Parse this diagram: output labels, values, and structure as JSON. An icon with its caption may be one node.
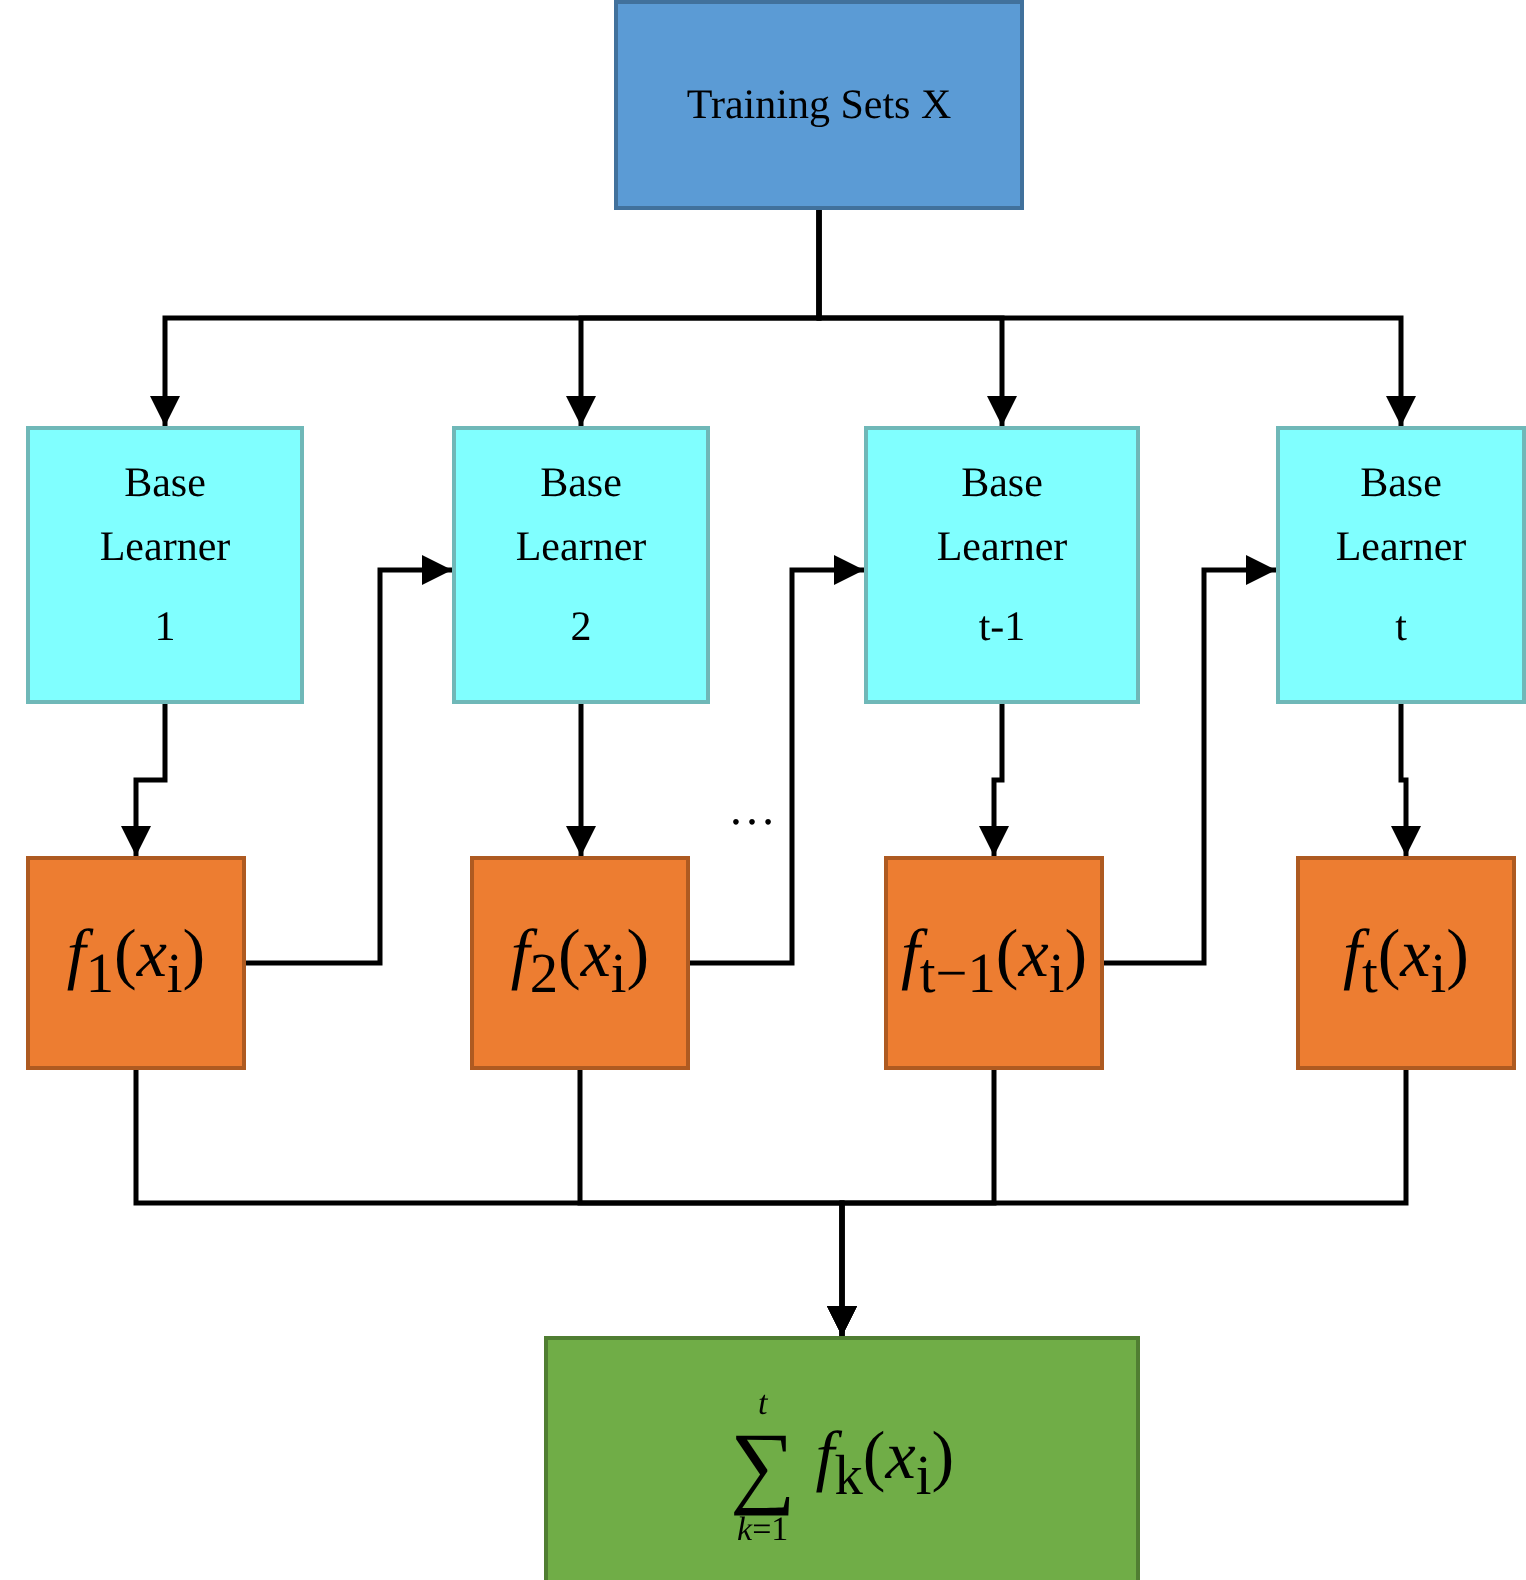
{
  "diagram": {
    "nodes": [
      {
        "text": [
          "Training Sets X"
        ]
      },
      {
        "text": [
          "Base Learner",
          "1"
        ]
      },
      {
        "text": [
          "Base Learner",
          "2"
        ]
      },
      {
        "text": [
          "Base Learner",
          "t-1"
        ]
      },
      {
        "text": [
          "Base Learner",
          "t"
        ]
      },
      {
        "text": [
          "*f*$_{1}$(*x*$_{i}$)"
        ]
      },
      {
        "text": [
          "*f*$_{2}$(*x*$_{i}$)"
        ]
      },
      {
        "text": [
          "*f*$_{t−1}$(*x*$_{i}$)"
        ]
      },
      {
        "text": [
          "*f*$_{t}$(*x*$_{i}$)"
        ]
      },
      {
        "text": [
          "*t*",
          "∑",
          "*k*=1",
          "*f*$_{k}$(*x*$_{i}$)"
        ]
      }
    ],
    "edges": [
      {
        "from": 0,
        "to": 1,
        "arrow": "to"
      },
      {
        "from": 0,
        "to": 2,
        "arrow": "to"
      },
      {
        "from": 0,
        "to": 3,
        "arrow": "to"
      },
      {
        "from": 0,
        "to": 4,
        "arrow": "to"
      },
      {
        "from": 1,
        "to": 5,
        "arrow": "to"
      },
      {
        "from": 2,
        "to": 6,
        "arrow": "to"
      },
      {
        "from": 3,
        "to": 7,
        "arrow": "to"
      },
      {
        "from": 4,
        "to": 8,
        "arrow": "to"
      },
      {
        "from": 5,
        "to": 2,
        "arrow": "to"
      },
      {
        "from": 6,
        "to": 3,
        "arrow": "to",
        "label": "…"
      },
      {
        "from": 7,
        "to": 4,
        "arrow": "to"
      },
      {
        "from": 5,
        "to": 9,
        "arrow": "to"
      },
      {
        "from": 6,
        "to": 9,
        "arrow": "to"
      },
      {
        "from": 7,
        "to": 9,
        "arrow": "to"
      },
      {
        "from": 8,
        "to": 9,
        "arrow": "to"
      }
    ]
  }
}
